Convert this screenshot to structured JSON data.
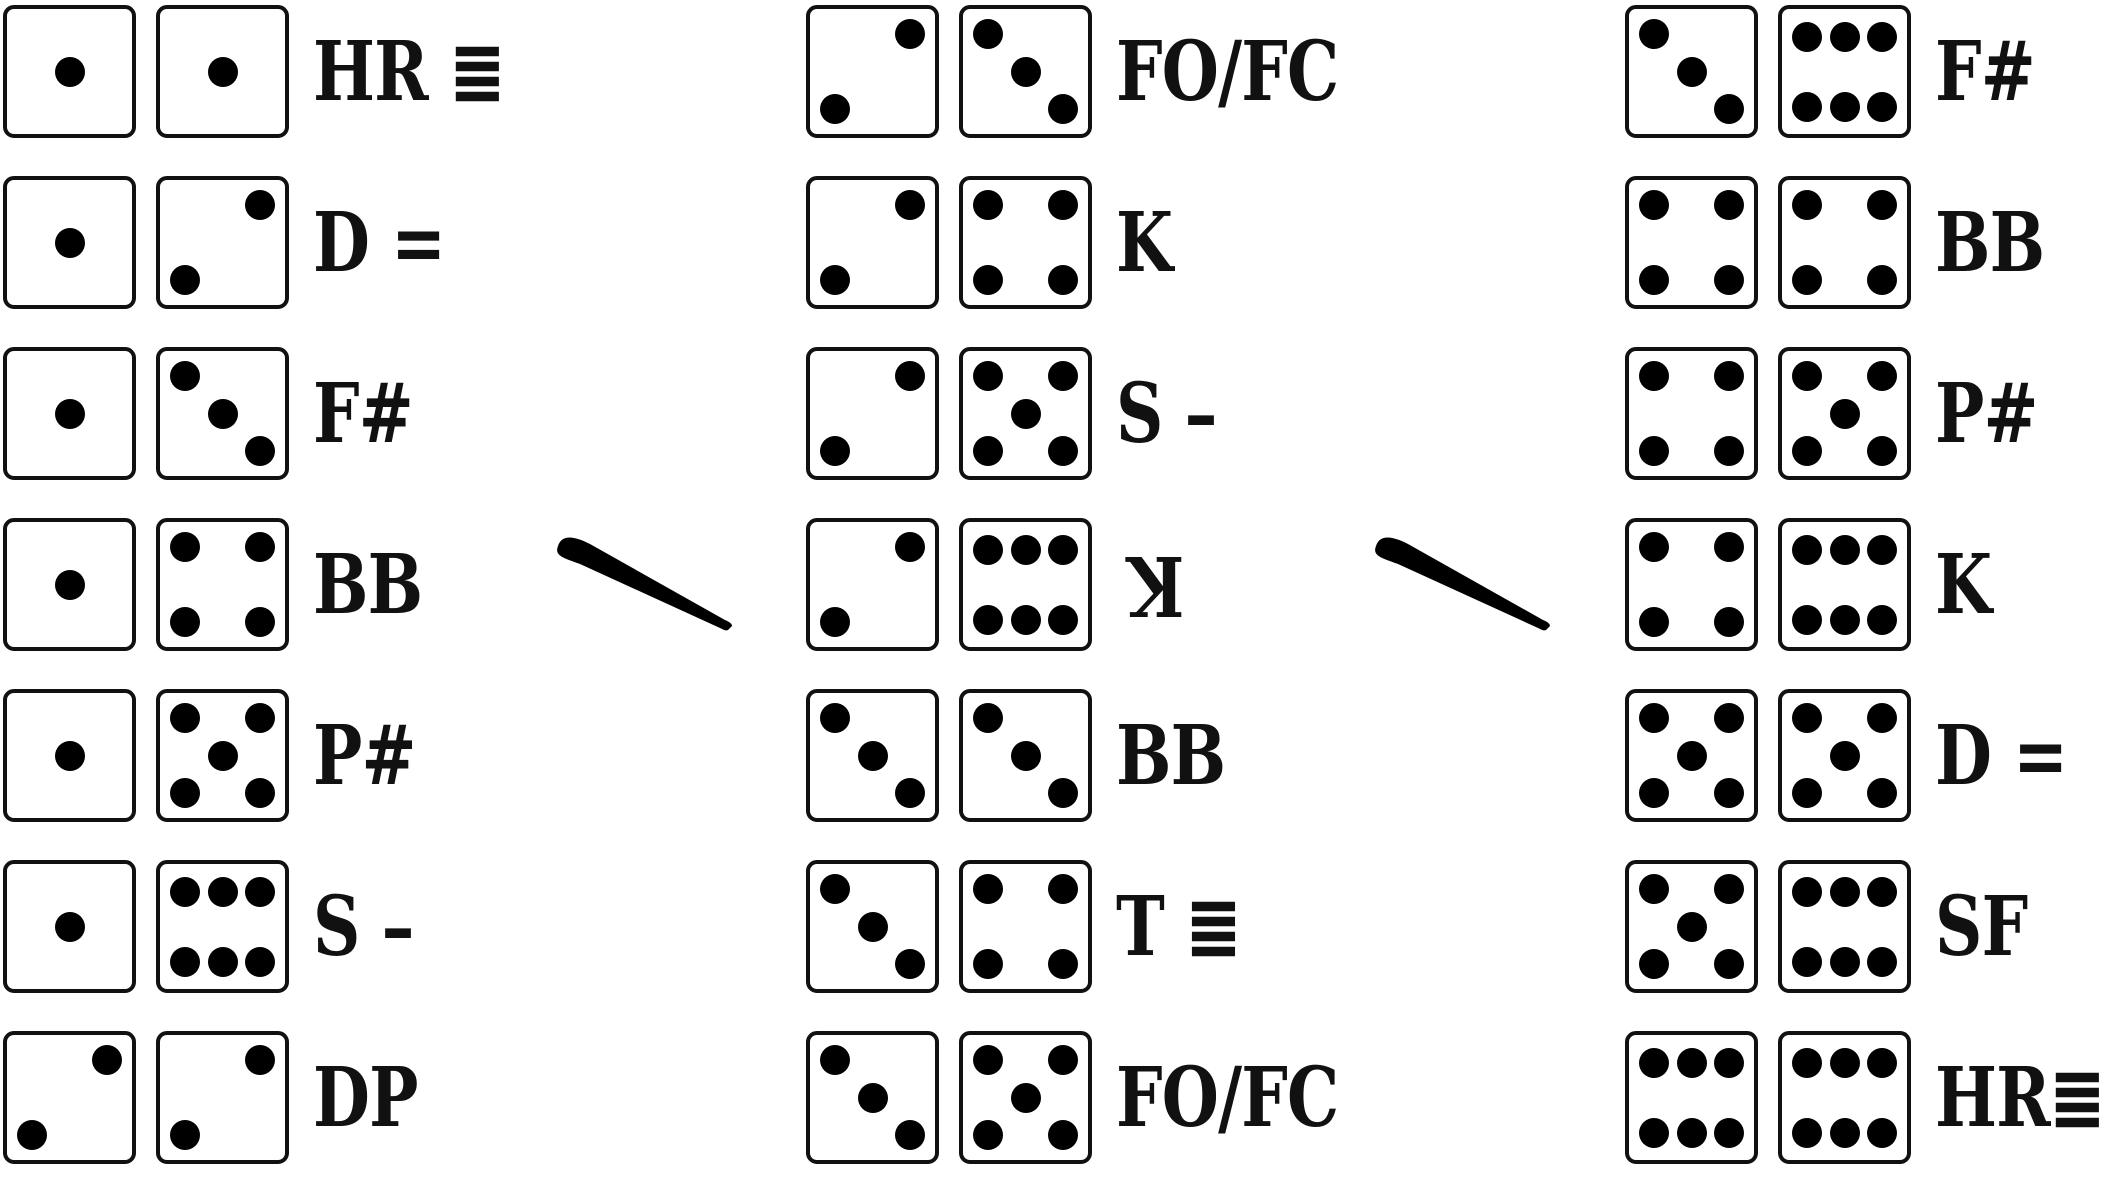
{
  "columns": [
    {
      "rows": [
        {
          "dice": [
            1,
            1
          ],
          "label": "HR ≣"
        },
        {
          "dice": [
            1,
            2
          ],
          "label": "D ="
        },
        {
          "dice": [
            1,
            3
          ],
          "label": "F#"
        },
        {
          "dice": [
            1,
            4
          ],
          "label": "BB"
        },
        {
          "dice": [
            1,
            5
          ],
          "label": "P#"
        },
        {
          "dice": [
            1,
            6
          ],
          "label": "S –"
        },
        {
          "dice": [
            2,
            2
          ],
          "label": "DP"
        }
      ]
    },
    {
      "rows": [
        {
          "dice": [
            2,
            3
          ],
          "label": "FO/FC"
        },
        {
          "dice": [
            2,
            4
          ],
          "label": "K"
        },
        {
          "dice": [
            2,
            5
          ],
          "label": "S –"
        },
        {
          "dice": [
            2,
            6
          ],
          "label": "K",
          "label_inverted": true
        },
        {
          "dice": [
            3,
            3
          ],
          "label": "BB"
        },
        {
          "dice": [
            3,
            4
          ],
          "label": "T ≣"
        },
        {
          "dice": [
            3,
            5
          ],
          "label": "FO/FC"
        }
      ]
    },
    {
      "rows": [
        {
          "dice": [
            3,
            6
          ],
          "label": "F#"
        },
        {
          "dice": [
            4,
            4
          ],
          "label": "BB"
        },
        {
          "dice": [
            4,
            5
          ],
          "label": "P#"
        },
        {
          "dice": [
            4,
            6
          ],
          "label": "K"
        },
        {
          "dice": [
            5,
            5
          ],
          "label": "D ="
        },
        {
          "dice": [
            5,
            6
          ],
          "label": "SF"
        },
        {
          "dice": [
            6,
            6
          ],
          "label": "HR≣"
        }
      ]
    }
  ],
  "icons": [
    "die-face-icon",
    "baseball-bat-icon"
  ]
}
